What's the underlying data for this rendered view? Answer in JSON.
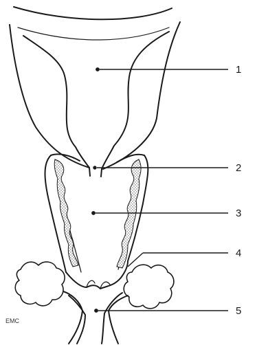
{
  "diagram": {
    "callouts": [
      {
        "label": "1"
      },
      {
        "label": "2"
      },
      {
        "label": "3"
      },
      {
        "label": "4"
      },
      {
        "label": "5"
      }
    ],
    "corner_mark": "ЕМС"
  }
}
